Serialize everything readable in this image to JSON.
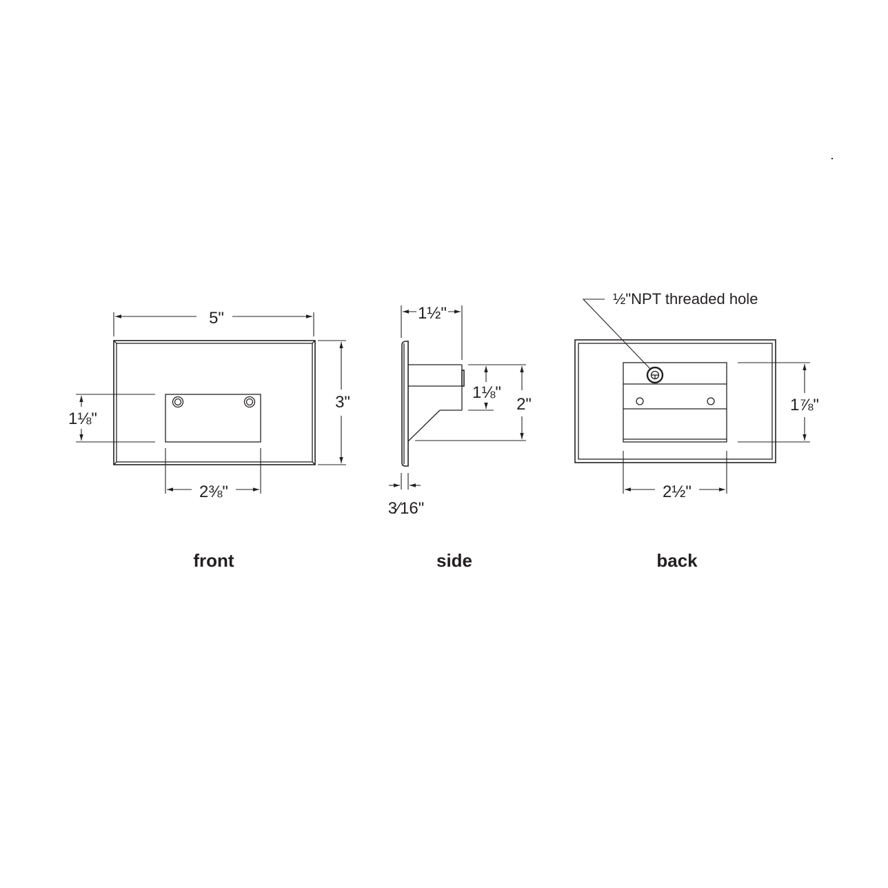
{
  "views": {
    "front": {
      "label": "front",
      "dimensions": {
        "width": "5\"",
        "height": "3\"",
        "inner_height": "1⅛\"",
        "inner_width": "2⅜\""
      }
    },
    "side": {
      "label": "side",
      "dimensions": {
        "depth": "1½\"",
        "arm_height": "1⅛\"",
        "bracket_height": "2\"",
        "plate_thickness": "3⁄16\""
      }
    },
    "back": {
      "label": "back",
      "callout": "½\"NPT threaded hole",
      "dimensions": {
        "block_height": "1⅞\"",
        "block_width": "2½\""
      }
    }
  },
  "colors": {
    "line": "#231f20",
    "background": "#ffffff"
  }
}
